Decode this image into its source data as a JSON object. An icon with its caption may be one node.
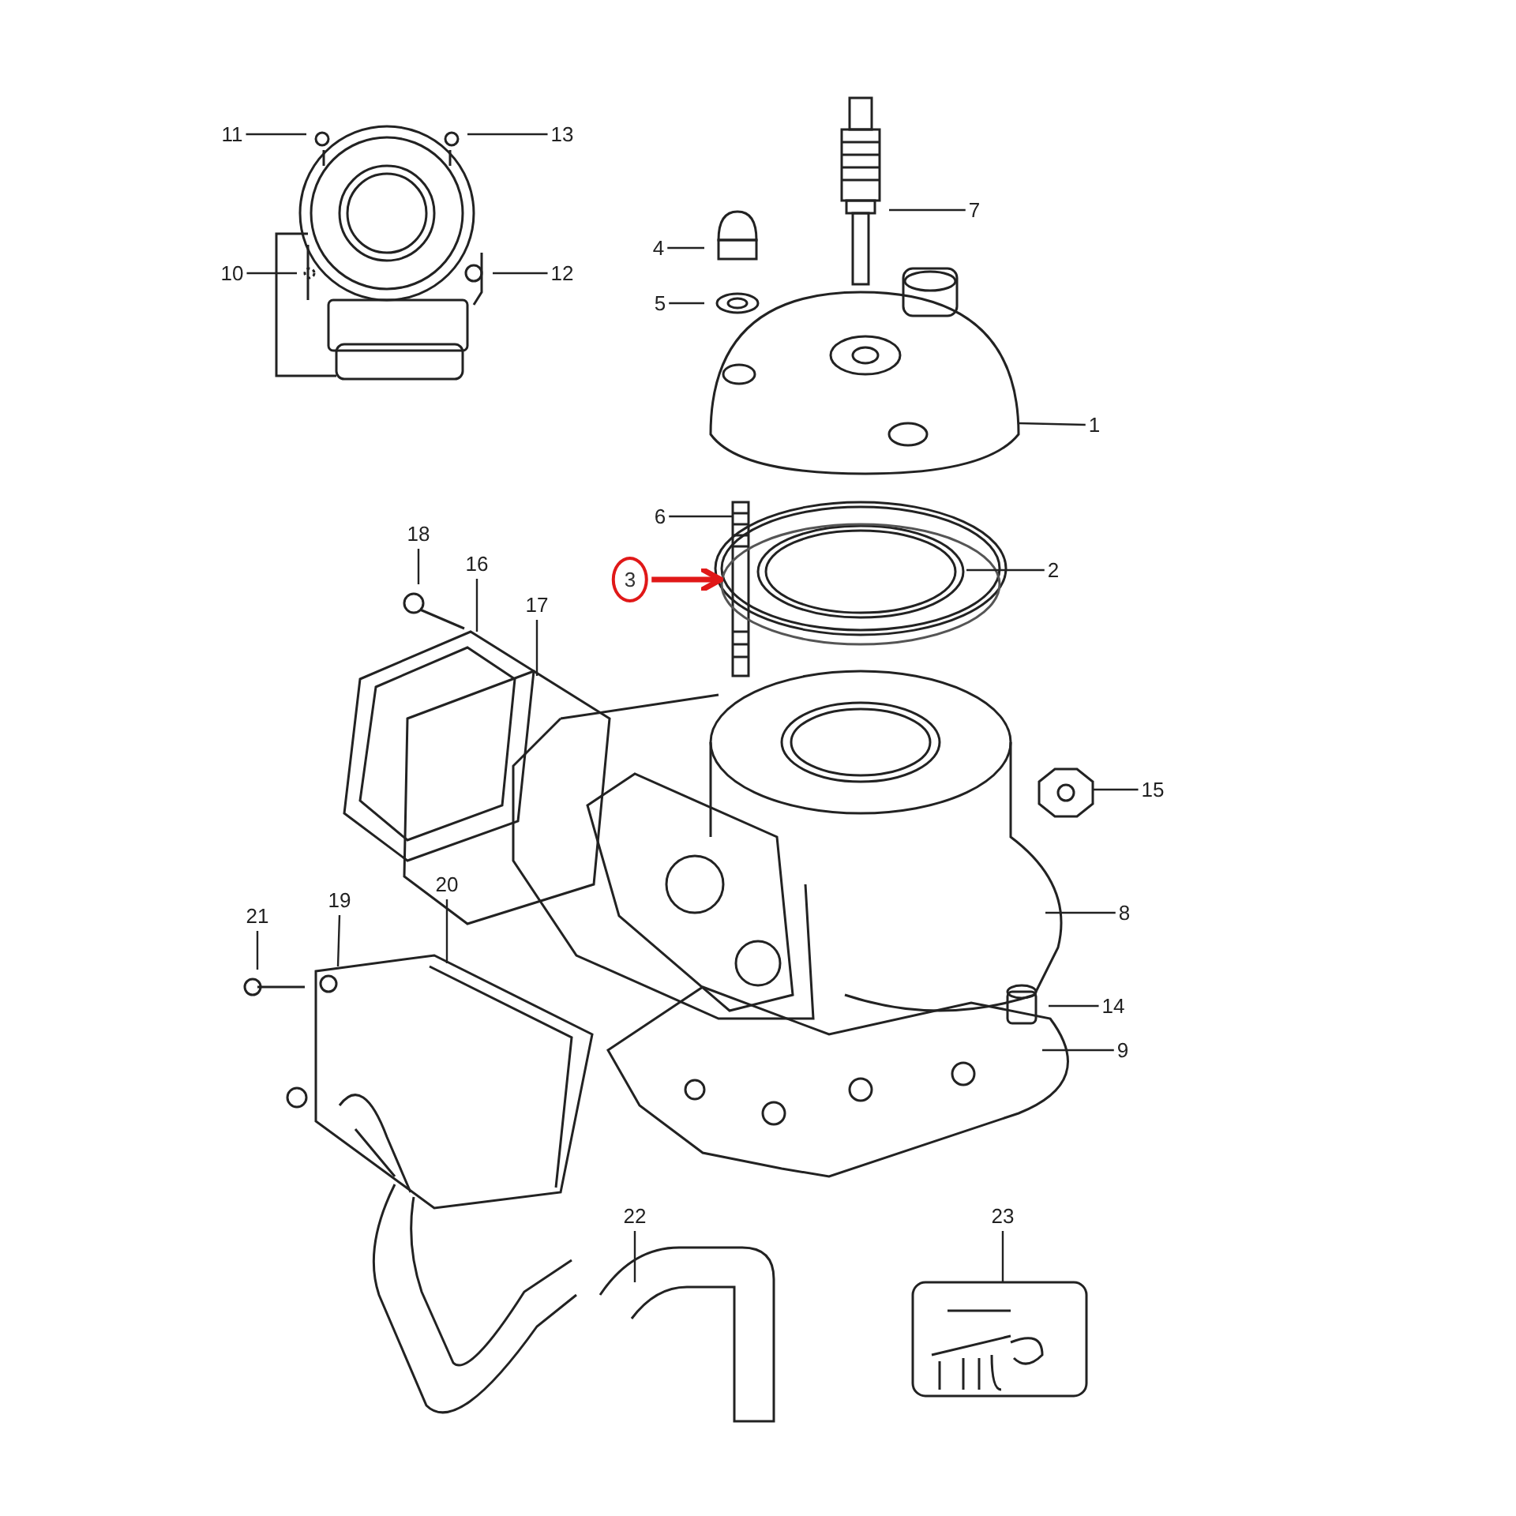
{
  "diagram": {
    "nodes": [
      {
        "text": [
          "1"
        ]
      },
      {
        "text": [
          "2"
        ]
      },
      {
        "text": [
          "3"
        ]
      },
      {
        "text": [
          "4"
        ]
      },
      {
        "text": [
          "5"
        ]
      },
      {
        "text": [
          "6"
        ]
      },
      {
        "text": [
          "7"
        ]
      },
      {
        "text": [
          "8"
        ]
      },
      {
        "text": [
          "9"
        ]
      },
      {
        "text": [
          "10"
        ]
      },
      {
        "text": [
          "11"
        ]
      },
      {
        "text": [
          "12"
        ]
      },
      {
        "text": [
          "13"
        ]
      },
      {
        "text": [
          "14"
        ]
      },
      {
        "text": [
          "15"
        ]
      },
      {
        "text": [
          "16"
        ]
      },
      {
        "text": [
          "17"
        ]
      },
      {
        "text": [
          "18"
        ]
      },
      {
        "text": [
          "19"
        ]
      },
      {
        "text": [
          "20"
        ]
      },
      {
        "text": [
          "21"
        ]
      },
      {
        "text": [
          "22"
        ]
      },
      {
        "text": [
          "23"
        ]
      }
    ],
    "edges": [
      {
        "from": 0,
        "to": null,
        "arrow": "none"
      },
      {
        "from": 1,
        "to": null,
        "arrow": "none"
      },
      {
        "from": 2,
        "to": null,
        "arrow": "to",
        "style": "thick",
        "color": "#e01818"
      },
      {
        "from": 3,
        "to": null,
        "arrow": "none"
      },
      {
        "from": 4,
        "to": null,
        "arrow": "none"
      },
      {
        "from": 5,
        "to": null,
        "arrow": "none"
      },
      {
        "from": 6,
        "to": null,
        "arrow": "none"
      },
      {
        "from": 7,
        "to": null,
        "arrow": "none"
      },
      {
        "from": 8,
        "to": null,
        "arrow": "none"
      },
      {
        "from": 9,
        "to": null,
        "arrow": "none"
      },
      {
        "from": 10,
        "to": null,
        "arrow": "none"
      },
      {
        "from": 11,
        "to": null,
        "arrow": "none"
      },
      {
        "from": 12,
        "to": null,
        "arrow": "none"
      },
      {
        "from": 13,
        "to": null,
        "arrow": "none"
      },
      {
        "from": 14,
        "to": null,
        "arrow": "none"
      },
      {
        "from": 15,
        "to": null,
        "arrow": "none"
      },
      {
        "from": 16,
        "to": null,
        "arrow": "none"
      },
      {
        "from": 17,
        "to": null,
        "arrow": "none"
      },
      {
        "from": 18,
        "to": null,
        "arrow": "none"
      },
      {
        "from": 19,
        "to": null,
        "arrow": "none"
      },
      {
        "from": 20,
        "to": null,
        "arrow": "none"
      },
      {
        "from": 21,
        "to": null,
        "arrow": "none"
      },
      {
        "from": 22,
        "to": null,
        "arrow": "none"
      }
    ]
  }
}
